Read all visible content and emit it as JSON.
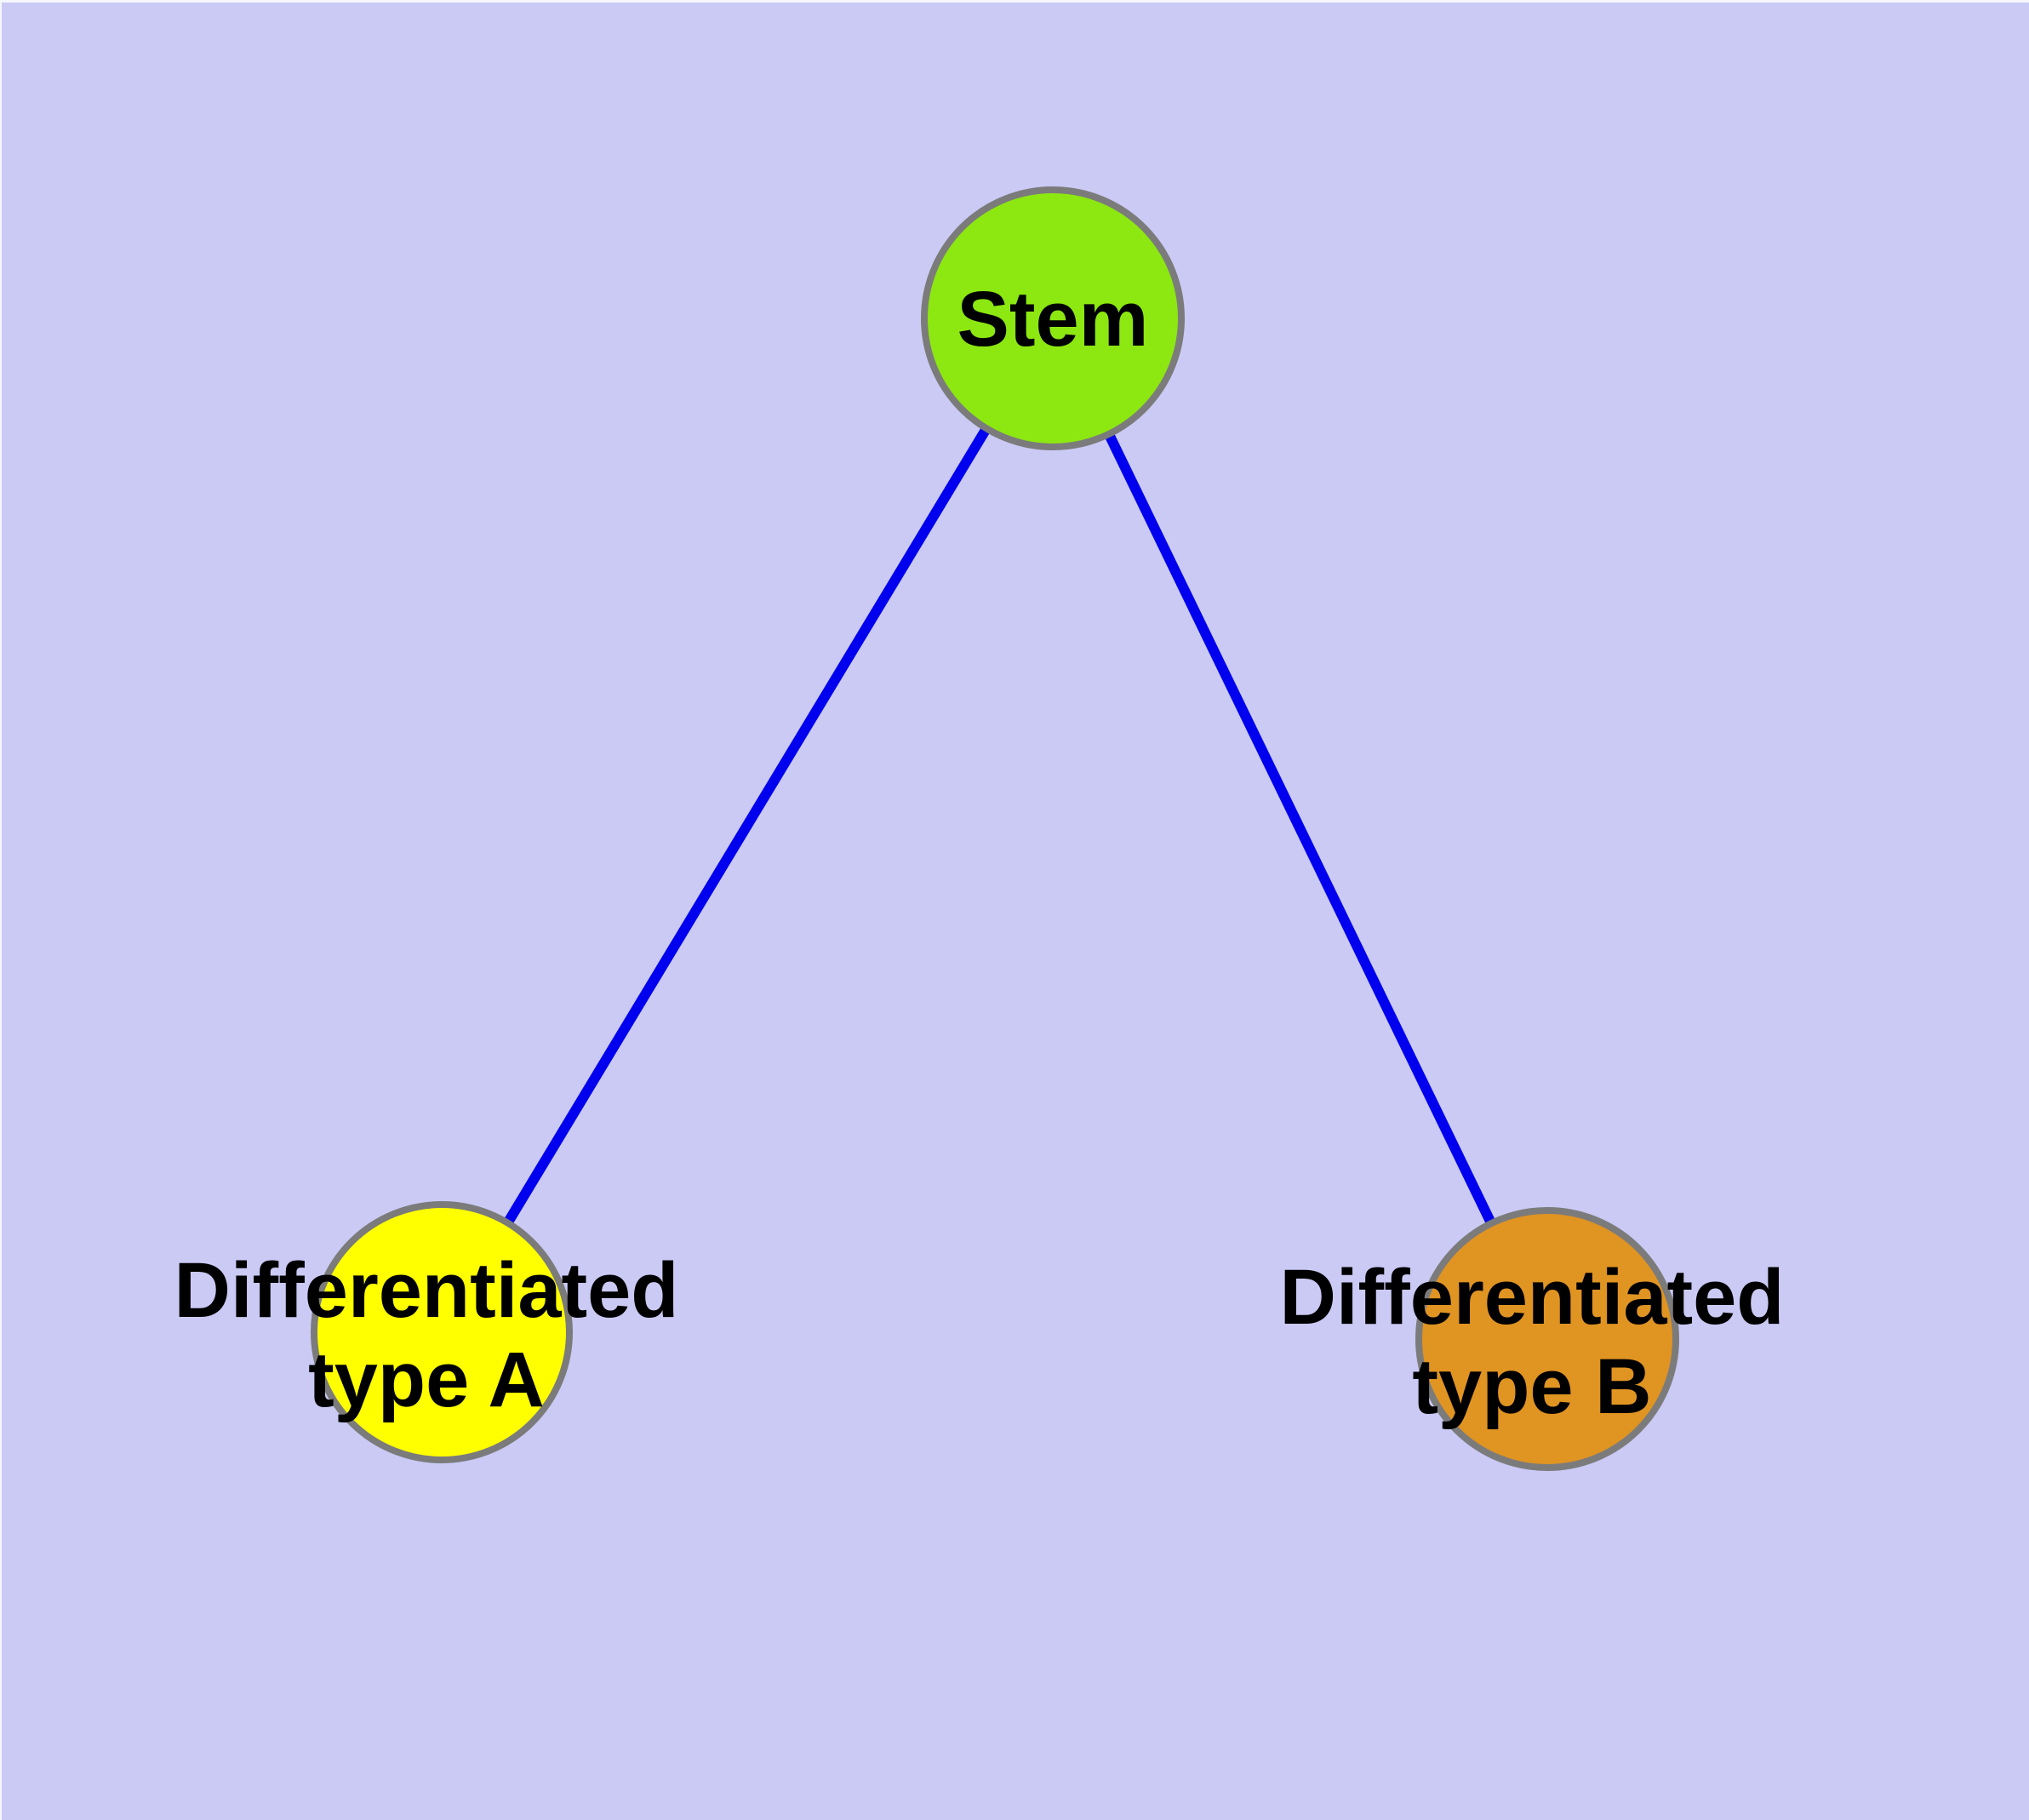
{
  "canvas": {
    "background": "#CACAF5",
    "edge_color": "#0000EE",
    "node_border_color": "#7B7B7B",
    "text_color": "#000000"
  },
  "diagram": {
    "type": "node-link-graph",
    "nodes": [
      {
        "id": "stem",
        "lines": [
          "Stem"
        ],
        "fill": "#8CE810"
      },
      {
        "id": "differentiated-type-a",
        "lines": [
          "Differentiated",
          "type A"
        ],
        "fill": "#FFFF00"
      },
      {
        "id": "differentiated-type-b",
        "lines": [
          "Differentiated",
          "type B"
        ],
        "fill": "#E09422"
      }
    ],
    "edges": [
      {
        "from": "stem",
        "to": "differentiated-type-a"
      },
      {
        "from": "stem",
        "to": "differentiated-type-b"
      }
    ]
  }
}
